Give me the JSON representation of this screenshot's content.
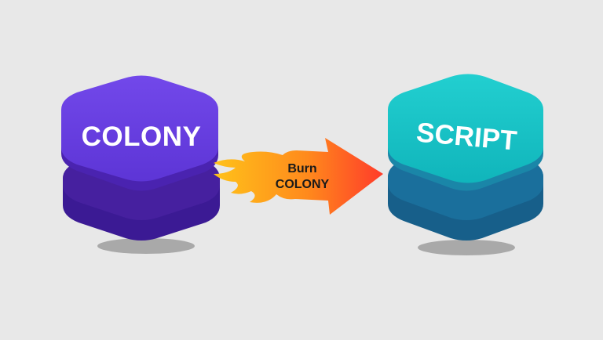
{
  "colors": {
    "background": "#e8e8e8",
    "colony_top": "#6a3fe0",
    "colony_side": "#4a23b0",
    "colony_bottom": "#3b1a94",
    "script_top": "#19c4c6",
    "script_side": "#1a86a8",
    "script_bottom": "#175f8a",
    "arrow_start": "#ffc21a",
    "arrow_end": "#ff3b2a",
    "label_text": "#ffffff",
    "arrow_text": "#1a1a1a"
  },
  "left_block": {
    "label": "COLONY",
    "icon": "layered-stack-block"
  },
  "right_block": {
    "label": "SCRIPT",
    "icon": "layered-stack-block"
  },
  "arrow": {
    "line1": "Burn",
    "line2": "COLONY",
    "icon": "flaming-arrow"
  }
}
